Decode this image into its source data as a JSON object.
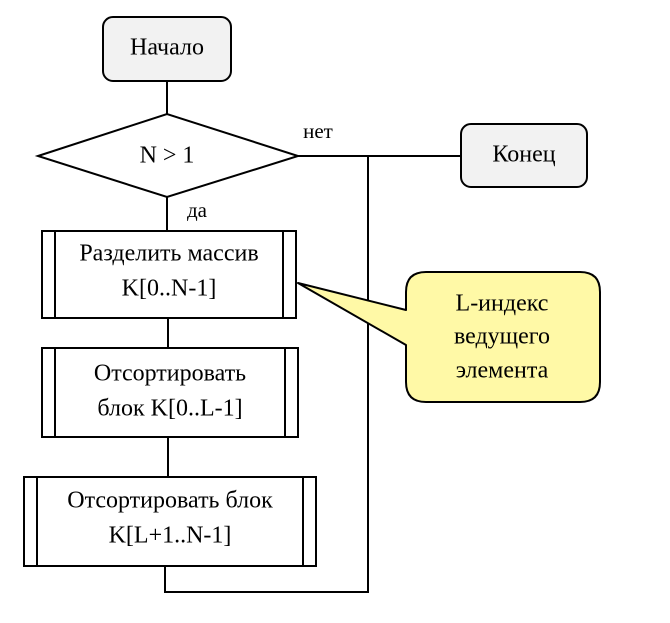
{
  "flowchart": {
    "start": {
      "label": "Начало"
    },
    "condition": {
      "label": "N > 1",
      "yes_label": "да",
      "no_label": "нет"
    },
    "end": {
      "label": "Конец"
    },
    "step_split": {
      "line1": "Разделить массив",
      "line2": "K[0..N-1]"
    },
    "step_sort_left": {
      "line1": "Отсортировать",
      "line2": "блок K[0..L-1]"
    },
    "step_sort_right": {
      "line1": "Отсортировать блок",
      "line2": "K[L+1..N-1]"
    },
    "callout": {
      "line1": "L-индекс",
      "line2": "ведущего",
      "line3": "элемента"
    }
  },
  "colors": {
    "terminal_fill": "#f2f2f2",
    "process_fill": "#ffffff",
    "callout_fill": "#fff9a6",
    "stroke": "#000000"
  }
}
